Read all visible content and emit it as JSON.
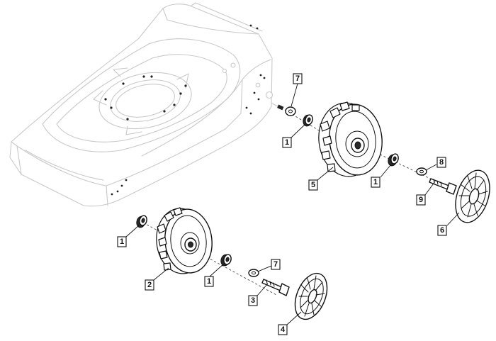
{
  "callouts": [
    {
      "id": "c-7-top",
      "number": "7"
    },
    {
      "id": "c-1-top",
      "number": "1"
    },
    {
      "id": "c-5",
      "number": "5"
    },
    {
      "id": "c-1-mid",
      "number": "1"
    },
    {
      "id": "c-8",
      "number": "8"
    },
    {
      "id": "c-9",
      "number": "9"
    },
    {
      "id": "c-6",
      "number": "6"
    },
    {
      "id": "c-1-left",
      "number": "1"
    },
    {
      "id": "c-2",
      "number": "2"
    },
    {
      "id": "c-1-low",
      "number": "1"
    },
    {
      "id": "c-7-low",
      "number": "7"
    },
    {
      "id": "c-3",
      "number": "3"
    },
    {
      "id": "c-4",
      "number": "4"
    }
  ]
}
